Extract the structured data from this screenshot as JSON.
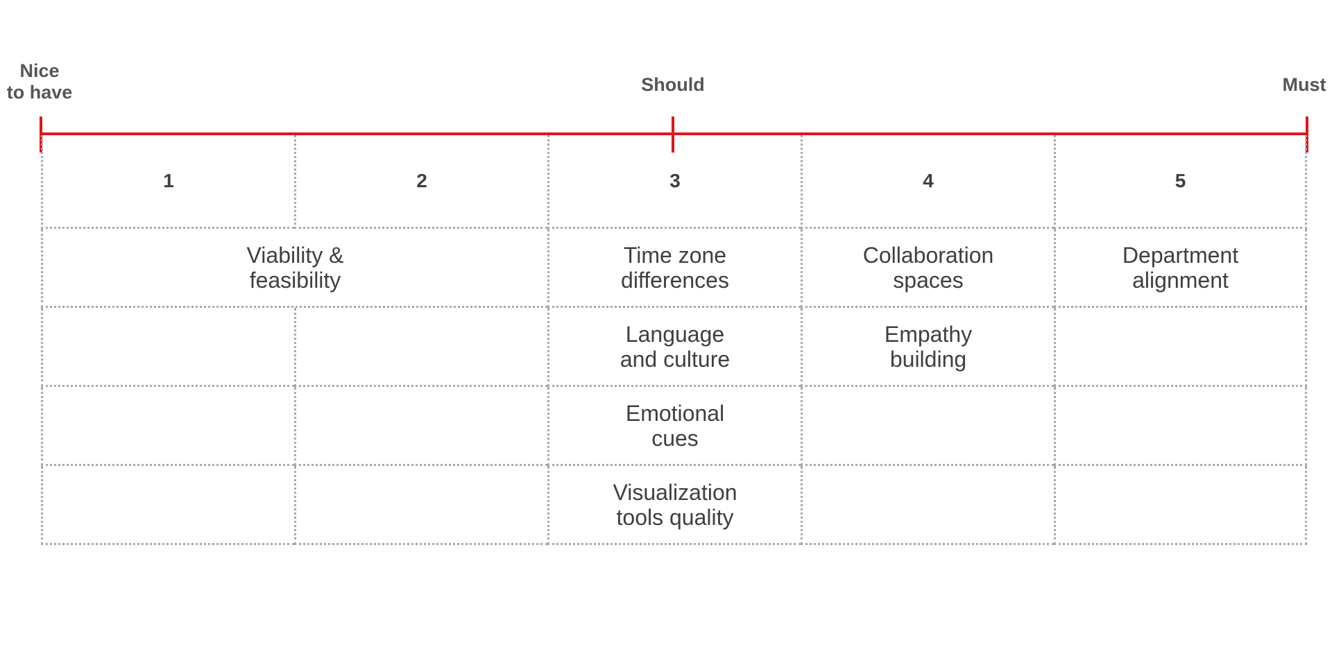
{
  "scale": {
    "left_label": "Nice\nto have",
    "middle_label": "Should",
    "right_label": "Must",
    "line_color": "#e1161c"
  },
  "columns": [
    "1",
    "2",
    "3",
    "4",
    "5"
  ],
  "rows": [
    [
      "Viability &\nfeasibility",
      "",
      "Time zone\ndifferences",
      "Collaboration\nspaces",
      "Department\nalignment"
    ],
    [
      "",
      "",
      "Language\nand culture",
      "Empathy\nbuilding",
      ""
    ],
    [
      "",
      "",
      "Emotional\ncues",
      "",
      ""
    ],
    [
      "",
      "",
      "Visualization\ntools quality",
      "",
      ""
    ]
  ]
}
